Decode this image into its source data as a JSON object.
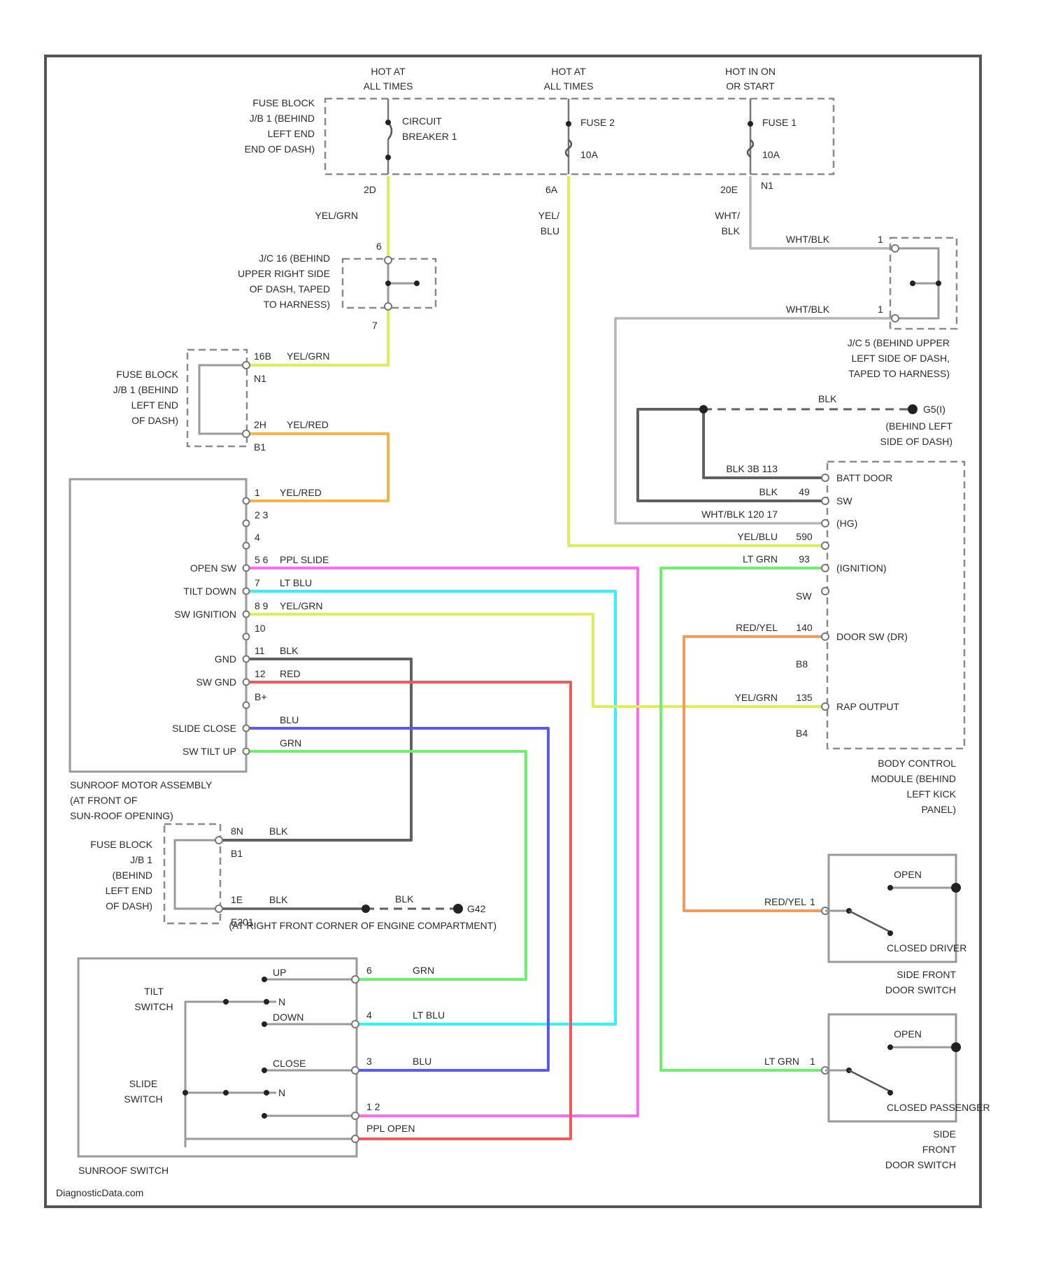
{
  "colors": {
    "yel_grn": "#dcef5a",
    "yel_red": "#f5b447",
    "ppl": "#ff6cf2",
    "lt_blu": "#35f0ff",
    "red": "#f25a5a",
    "blu": "#5a5af2",
    "grn": "#6ef06e",
    "red_yel": "#f59a5a",
    "blk": "#606060",
    "gray": "#b5b5b5"
  },
  "power": {
    "hot1": [
      "HOT AT",
      "ALL TIMES"
    ],
    "hot2": [
      "HOT AT",
      "ALL TIMES"
    ],
    "hot3": [
      "HOT IN ON",
      "OR START"
    ],
    "cb1": [
      "CIRCUIT",
      "BREAKER 1"
    ],
    "fuse2": [
      "FUSE 2",
      "10A"
    ],
    "fuse1": [
      "FUSE 1",
      "10A"
    ],
    "fuse_block_top": [
      "FUSE BLOCK",
      "J/B 1 (BEHIND",
      "LEFT END",
      "END OF DASH)"
    ],
    "pin_cb": "2D",
    "pin_f2": "6A",
    "pin_f1a": "20E",
    "pin_f1b": "N1"
  },
  "wires": {
    "yel_grn_top": "YEL/GRN",
    "yel_blu": [
      "YEL/",
      "BLU"
    ],
    "wht_blk": [
      "WHT/",
      "BLK"
    ],
    "wht_blk_1": "WHT/BLK",
    "wht_blk_2": "WHT/BLK",
    "pin_1a": "1",
    "pin_1b": "1",
    "blk_ground": "BLK"
  },
  "jc16": {
    "label": [
      "J/C 16 (BEHIND",
      "UPPER RIGHT SIDE",
      "OF DASH, TAPED",
      "TO HARNESS)"
    ],
    "pin_top": "6",
    "pin_bottom": "7"
  },
  "jc5": {
    "label": [
      "J/C 5 (BEHIND UPPER",
      "LEFT SIDE OF DASH,",
      "TAPED TO HARNESS)"
    ]
  },
  "fuse_block_mid": {
    "label": [
      "FUSE BLOCK",
      "J/B 1 (BEHIND",
      "LEFT END",
      "OF DASH)"
    ],
    "pin1": "16B",
    "wire1": "YEL/GRN",
    "conn1": "N1",
    "pin2": "2H",
    "wire2": "YEL/RED",
    "conn2": "B1"
  },
  "ground_top": {
    "label": [
      "G5(I)",
      "(BEHIND LEFT",
      "SIDE OF DASH)"
    ],
    "wire": "BLK"
  },
  "bcm": {
    "label": [
      "BODY CONTROL",
      "MODULE (BEHIND",
      "LEFT KICK",
      "PANEL)"
    ],
    "rows": [
      {
        "wire": "BLK 3B 113",
        "pin": "BATT DOOR"
      },
      {
        "wire": "BLK",
        "num": "49",
        "pin": "SW"
      },
      {
        "wire": "WHT/BLK 120 17",
        "pin": "(HG)"
      },
      {
        "wire": "YEL/BLU",
        "num": "590",
        "pin": ""
      },
      {
        "wire": "LT GRN",
        "num": "93",
        "pin": "(IGNITION)"
      },
      {
        "wire": "",
        "num": "",
        "pin": "SW"
      },
      {
        "wire": "RED/YEL",
        "num": "140",
        "pin": "DOOR SW (DR)"
      },
      {
        "wire": "",
        "num": "",
        "pin": "B8"
      },
      {
        "wire": "YEL/GRN",
        "num": "135",
        "pin": "RAP OUTPUT"
      },
      {
        "wire": "",
        "num": "",
        "pin": "B4"
      }
    ]
  },
  "motor": {
    "label": [
      "SUNROOF MOTOR ASSEMBLY",
      "(AT FRONT OF",
      "SUN-ROOF OPENING)"
    ],
    "pins": [
      {
        "name": "",
        "num": "1",
        "wire": "YEL/RED"
      },
      {
        "name": "",
        "num": "2 3",
        "wire": ""
      },
      {
        "name": "",
        "num": "4",
        "wire": ""
      },
      {
        "name": "OPEN SW",
        "num": "5 6",
        "wire": "PPL SLIDE"
      },
      {
        "name": "TILT DOWN",
        "num": "7",
        "wire": "LT BLU"
      },
      {
        "name": "SW IGNITION",
        "num": "8 9",
        "wire": "YEL/GRN"
      },
      {
        "name": "",
        "num": "10",
        "wire": ""
      },
      {
        "name": "GND",
        "num": "11",
        "wire": "BLK"
      },
      {
        "name": "SW GND",
        "num": "12",
        "wire": "RED"
      },
      {
        "name": "",
        "num": "B+",
        "wire": ""
      },
      {
        "name": "SLIDE CLOSE",
        "num": "",
        "wire": "BLU"
      },
      {
        "name": "SW TILT UP",
        "num": "",
        "wire": "GRN"
      }
    ]
  },
  "fuse_block_low": {
    "label": [
      "FUSE BLOCK",
      "J/B 1",
      "(BEHIND",
      "LEFT END",
      "OF DASH)"
    ],
    "pin1": "8N",
    "wire1": "BLK",
    "conn1": "B1",
    "pin2": "1E",
    "wire2": "BLK",
    "conn2": "E201"
  },
  "ground_low": {
    "id": "G42",
    "label": "(AT RIGHT FRONT CORNER OF ENGINE COMPARTMENT)",
    "wire": "BLK"
  },
  "sunroof_switch": {
    "label": "SUNROOF SWITCH",
    "tilt_switch": [
      "TILT",
      "SWITCH"
    ],
    "slide_switch": [
      "SLIDE",
      "SWITCH"
    ],
    "up": "UP",
    "down": "DOWN",
    "close": "CLOSE",
    "n1": "N",
    "n2": "N",
    "pins": [
      {
        "num": "6",
        "wire": "GRN"
      },
      {
        "num": "4",
        "wire": "LT BLU"
      },
      {
        "num": "3",
        "wire": "BLU"
      },
      {
        "num": "1 2",
        "wire": "PPL OPEN"
      }
    ]
  },
  "door_switch_driver": {
    "open": "OPEN",
    "closed": "CLOSED DRIVER",
    "label": [
      "SIDE FRONT",
      "DOOR SWITCH"
    ],
    "wire": "RED/YEL",
    "pin": "1"
  },
  "door_switch_pass": {
    "open": "OPEN",
    "closed": "CLOSED PASSENGER",
    "label": [
      "SIDE",
      "FRONT",
      "DOOR SWITCH"
    ],
    "wire": "LT GRN",
    "pin": "1"
  },
  "footer": "DiagnosticData.com"
}
